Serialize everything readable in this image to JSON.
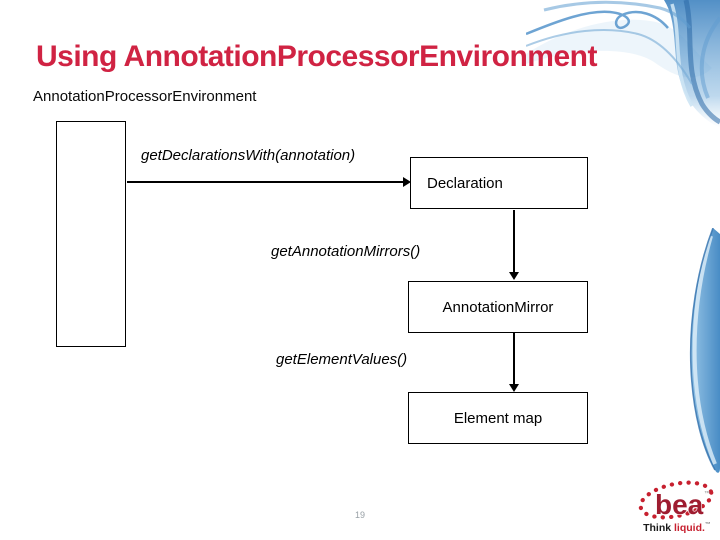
{
  "slide": {
    "title": "Using AnnotationProcessorEnvironment",
    "subtitle": "AnnotationProcessorEnvironment"
  },
  "diagram": {
    "method_labels": [
      "getDeclarationsWith(annotation)",
      "getAnnotationMirrors()",
      "getElementValues()"
    ],
    "box_labels": {
      "declaration": "Declaration",
      "annotation_mirror": "AnnotationMirror",
      "element_map": "Element map"
    }
  },
  "footer": {
    "page_number": "19",
    "logo": {
      "brand": "bea",
      "trademark": "™",
      "tagline_dark": "Think",
      "tagline_red": "liquid."
    }
  },
  "colors": {
    "title_red": "#d02343",
    "logo_red": "#c7202f",
    "logo_dark_red": "#9e1c30",
    "swirl_blue": "#4687c2",
    "diagram_black": "#000000",
    "page_number_gray": "#98a0a6"
  }
}
